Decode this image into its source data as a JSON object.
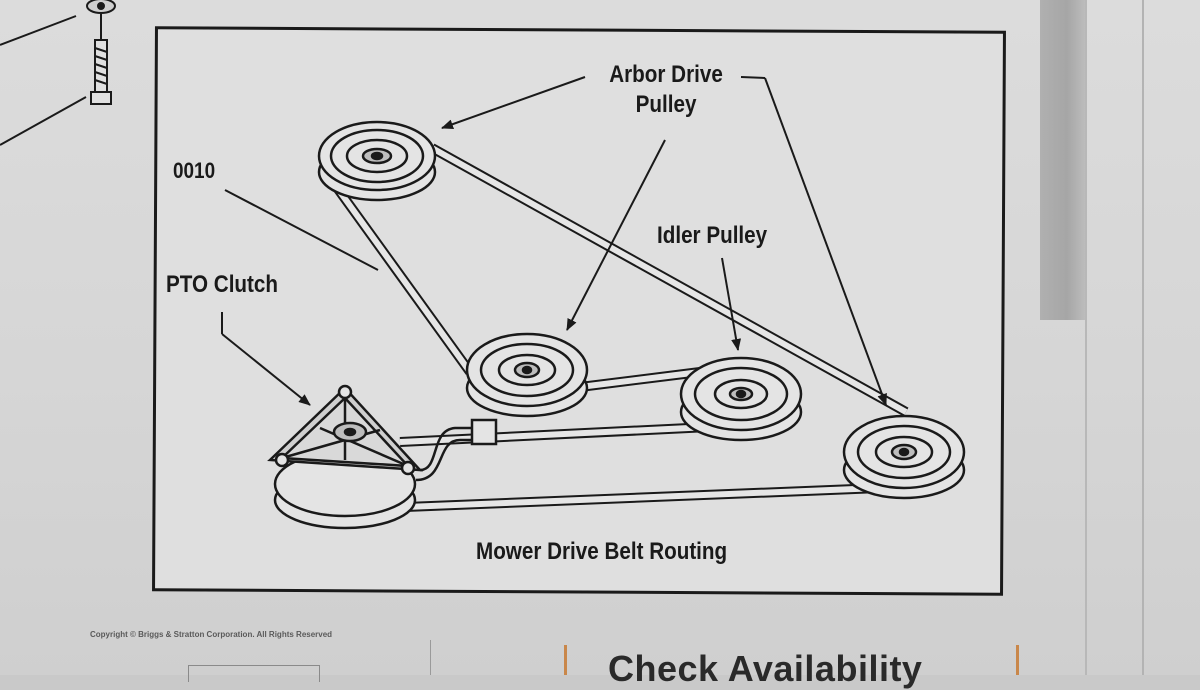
{
  "diagram": {
    "labels": {
      "arbor_line1": "Arbor Drive",
      "arbor_line2": "Pulley",
      "idler": "Idler Pulley",
      "belt_code": "0010",
      "pto": "PTO Clutch"
    },
    "caption": "Mower Drive Belt Routing"
  },
  "page": {
    "copyright": "Copyright © Briggs & Stratton Corporation. All Rights Reserved",
    "check_availability": "Check Availability"
  },
  "colors": {
    "ink": "#1a1a1a",
    "paper": "#d6d6d6",
    "accent": "#c9874a"
  }
}
